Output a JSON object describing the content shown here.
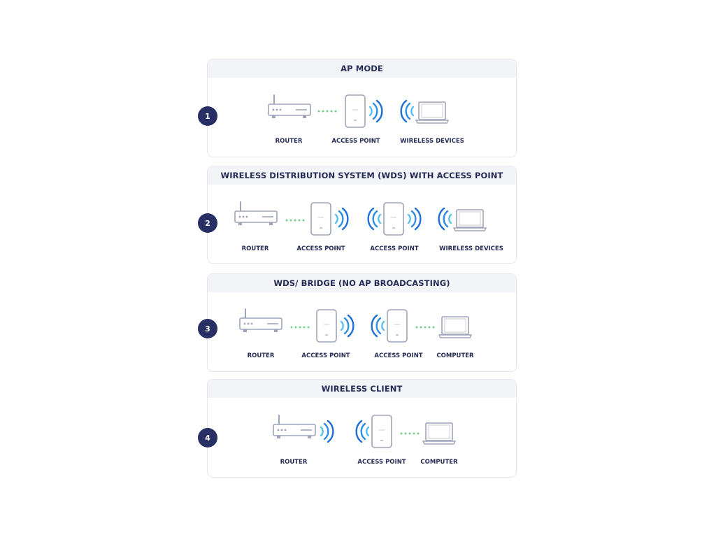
{
  "colors": {
    "navy": "#282f64",
    "device": "#9ea3b8",
    "wave_dark": "#1f6fd6",
    "wave_light": "#56bff0",
    "link": "#7ad08e"
  },
  "panels": [
    {
      "number": "1",
      "title": "AP MODE",
      "labels": [
        "ROUTER",
        "ACCESS POINT",
        "WIRELESS DEVICES"
      ]
    },
    {
      "number": "2",
      "title": "WIRELESS DISTRIBUTION SYSTEM (WDS) WITH ACCESS POINT",
      "labels": [
        "ROUTER",
        "ACCESS POINT",
        "ACCESS POINT",
        "WIRELESS DEVICES"
      ]
    },
    {
      "number": "3",
      "title": "WDS/ BRIDGE (NO AP BROADCASTING)",
      "labels": [
        "ROUTER",
        "ACCESS POINT",
        "ACCESS POINT",
        "COMPUTER"
      ]
    },
    {
      "number": "4",
      "title": "WIRELESS CLIENT",
      "labels": [
        "ROUTER",
        "ACCESS POINT",
        "COMPUTER"
      ]
    }
  ]
}
